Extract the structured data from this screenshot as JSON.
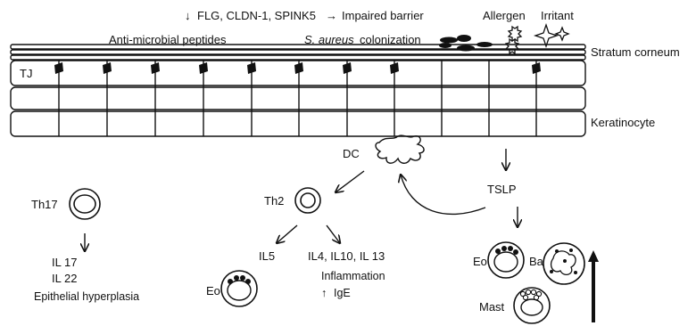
{
  "top": {
    "barrier_arrow": "↓",
    "barrier_text": "FLG, CLDN-1, SPINK5",
    "barrier_to": "→",
    "barrier_result": "Impaired barrier",
    "allergen": "Allergen",
    "irritant": "Irritant",
    "antimicrobial": "Anti-microbial peptides",
    "s_aureus": "S. aureus",
    "colonization": "colonization"
  },
  "layers": {
    "stratum_corneum": "Stratum corneum",
    "keratinocyte": "Keratinocyte",
    "tj": "TJ"
  },
  "cells": {
    "dc": "DC",
    "tslp": "TSLP",
    "th17": "Th17",
    "th2": "Th2",
    "eo_left": "Eo",
    "eo_right": "Eo",
    "ba": "Ba",
    "mast": "Mast"
  },
  "th17_outputs": {
    "il17": "IL 17",
    "il22": "IL 22",
    "hyperplasia": "Epithelial hyperplasia"
  },
  "th2_outputs": {
    "il5": "IL5",
    "il4_10_13": "IL4, IL10, IL 13",
    "inflammation": "Inflammation",
    "ige_arrow": "↑",
    "ige": "IgE"
  },
  "colors": {
    "stroke": "#111111",
    "background": "#ffffff"
  }
}
